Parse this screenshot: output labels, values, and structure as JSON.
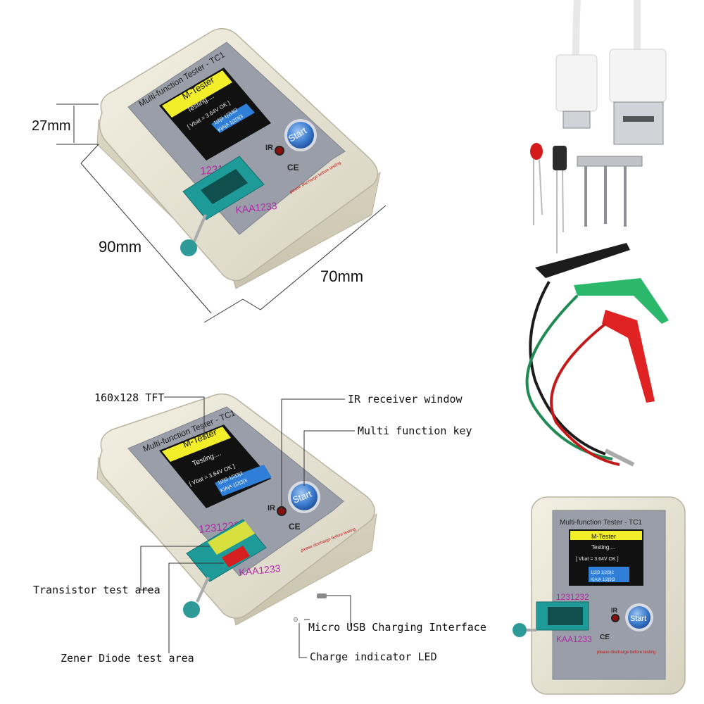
{
  "dimensions": {
    "height": "27mm",
    "length": "90mm",
    "width": "70mm"
  },
  "device": {
    "panel_title": "Multi-function Tester - TC1",
    "screen_header": "M-Tester",
    "screen_status": "Testing....",
    "screen_vbat": "[ Vbat = 3.64V  OK ]",
    "screen_row1": "1|2|3  1|2|3|2",
    "screen_row2": "K|A|A  1|2|3|3",
    "socket_top_label": "1231232",
    "socket_bottom_label": "KAA1233",
    "ir_label": "IR",
    "start_label": "Start",
    "ce_mark": "CE",
    "warning": "please discharge before testing"
  },
  "callouts": {
    "tft": "160x128 TFT",
    "ir_window": "IR receiver window",
    "multi_key": "Multi function key",
    "transistor_area": "Transistor test area",
    "micro_usb": "Micro USB Charging Interface",
    "zener_area": "Zener Diode test area",
    "charge_led": "Charge indicator LED"
  },
  "colors": {
    "case": "#e9e5d6",
    "panel": "#9a9ea8",
    "screen_header": "#f2ee2a",
    "screen_blue": "#2f7fd8",
    "socket": "#1e9a98",
    "zener_red": "#d62020",
    "transistor_yellow": "#d8e040"
  }
}
